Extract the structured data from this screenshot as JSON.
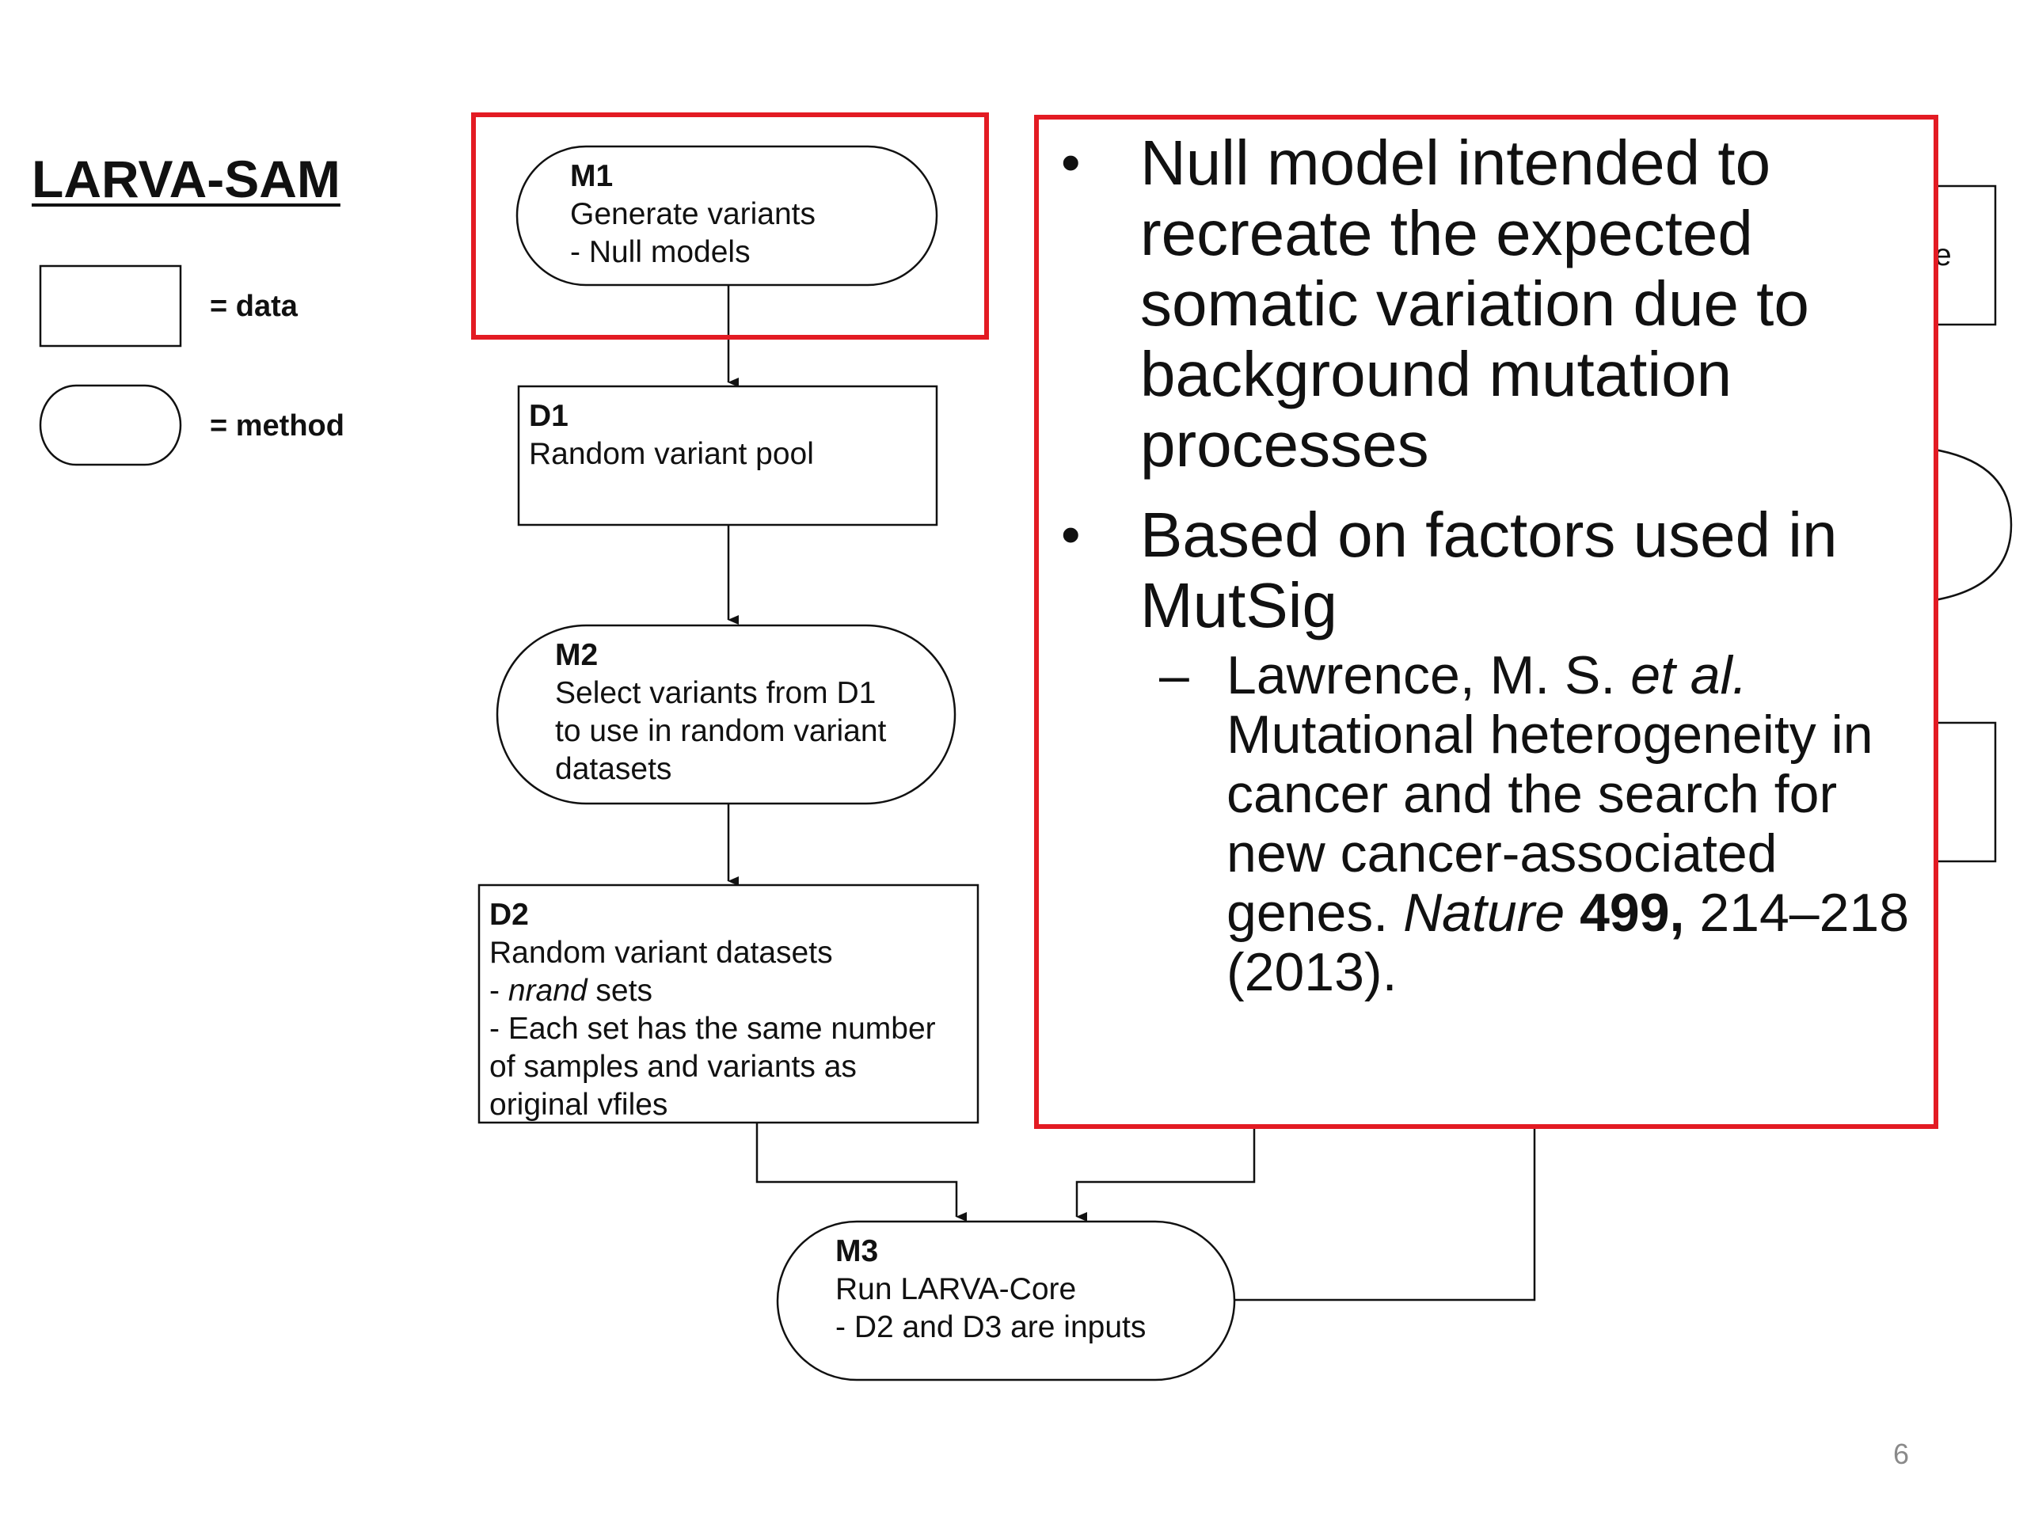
{
  "legend": {
    "title": "LARVA-SAM",
    "data_label": "= data",
    "method_label": "= method"
  },
  "nodes": {
    "m1": {
      "title": "M1",
      "lines": [
        "Generate variants",
        "- Null models"
      ]
    },
    "d1": {
      "title": "D1",
      "lines": [
        "Random variant pool"
      ]
    },
    "m2": {
      "title": "M2",
      "lines": [
        "Select variants from D1",
        "to use in random variant",
        "datasets"
      ]
    },
    "d2": {
      "title": "D2",
      "line1": "Random variant datasets",
      "line2_italic": "nrand",
      "line2_rest": " sets",
      "line3": "- Each set has the same number",
      "line4": "of samples and variants as",
      "line5": "original vfiles",
      "line2_prefix": "- "
    },
    "m3": {
      "title": "M3",
      "lines": [
        "Run LARVA-Core",
        "- D2 and D3 are inputs"
      ]
    },
    "hidden_fragment": "e"
  },
  "callout": {
    "bullet1": "Null model intended to recreate the expected somatic variation due to background mutation processes",
    "bullet2": "Based on factors used in MutSig",
    "ref_authors": "Lawrence, M. S. ",
    "ref_etal": "et al.",
    "ref_title": " Mutational heterogeneity in cancer and the search for new cancer-associated genes. ",
    "ref_journal": "Nature",
    "ref_volume": "499,",
    "ref_pages": " 214–218 (2013).",
    "bullet_symbol": "•",
    "dash_symbol": "–"
  },
  "colors": {
    "highlight": "#e31b23",
    "stroke": "#111111",
    "page_number": "#8a8a8a"
  },
  "page_number": "6"
}
